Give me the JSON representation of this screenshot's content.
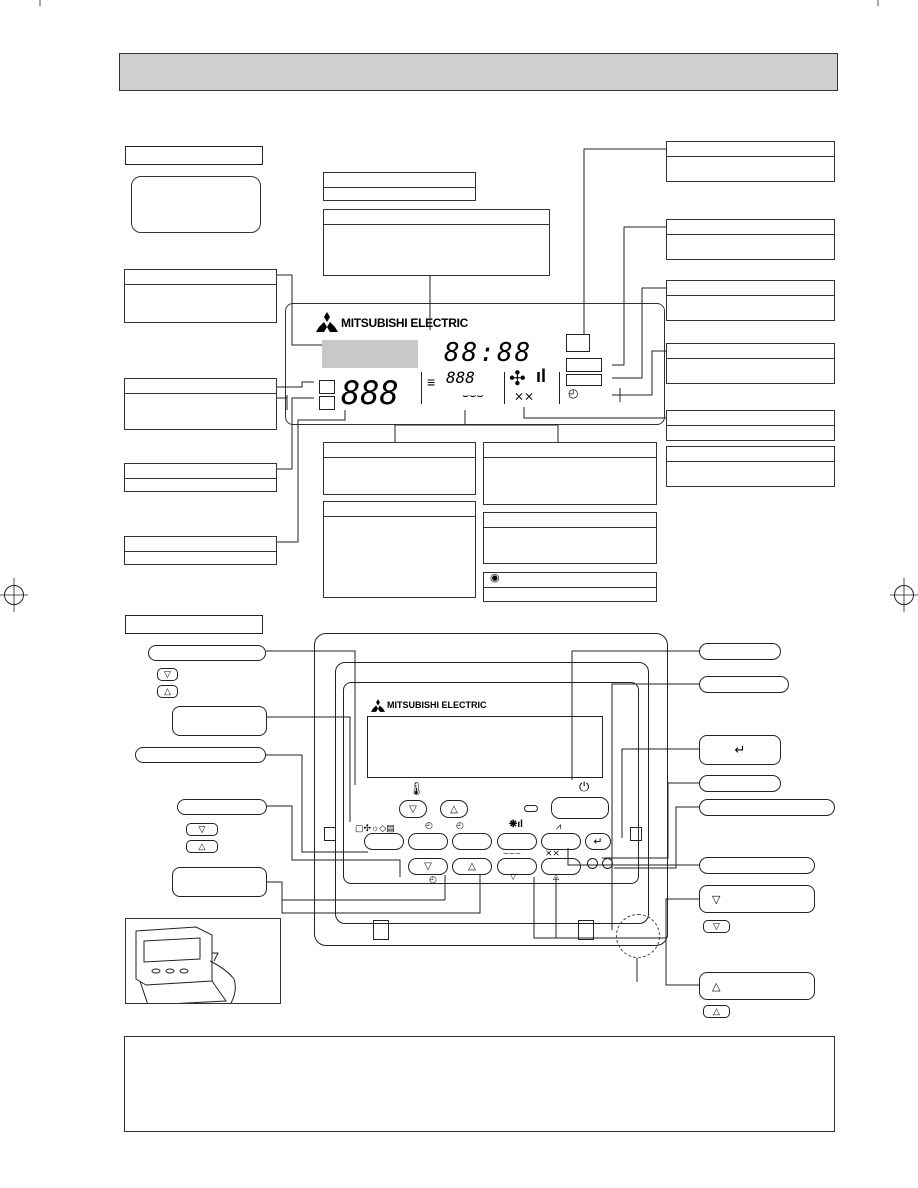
{
  "brand": {
    "logo_text": "MITSUBISHI ELECTRIC",
    "logo_text_remote": "MITSUBISHI ELECTRIC"
  },
  "display": {
    "clock": "88:88",
    "temperature": "888",
    "louver_digits": "888"
  },
  "remote": {
    "enter_symbol": "↵",
    "down_arrow": "▽",
    "up_arrow": "△",
    "power_symbol": "⏻",
    "mode_symbols": "▢✣☼◇▤",
    "timer_symbol": "◴",
    "fan_symbol": "❋ıl",
    "enter_label": "↵"
  },
  "legend": {
    "down_arrow": "▽",
    "up_arrow": "△",
    "indicator_symbol": "◉"
  },
  "colors": {
    "title_bar": "#d0d0d0",
    "display_gray": "#c8c8c8",
    "line": "#222222"
  }
}
